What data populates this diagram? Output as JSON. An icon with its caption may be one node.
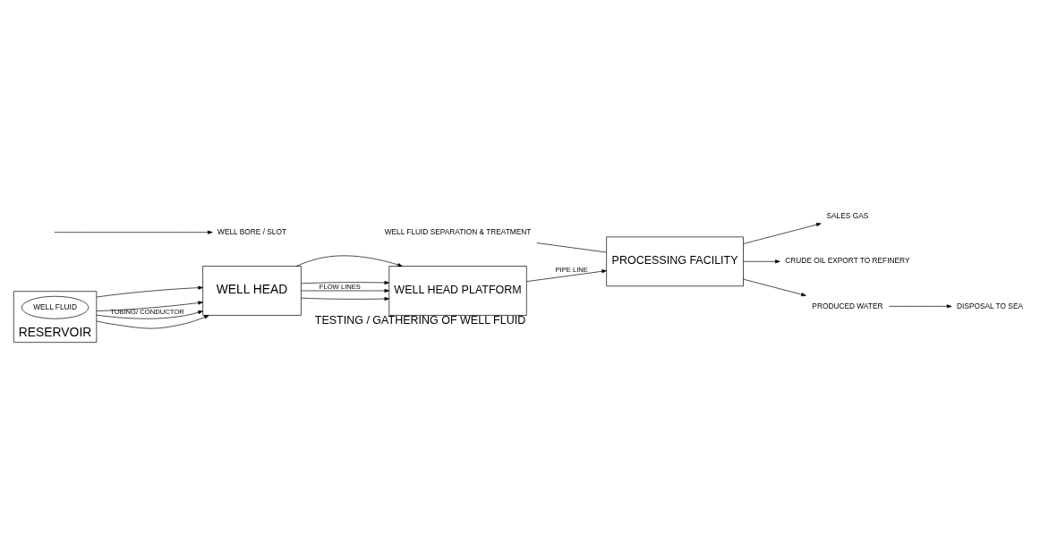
{
  "diagram": {
    "nodes": [
      {
        "text": [
          "WELL HEAD"
        ]
      },
      {
        "text": [
          "WELL HEAD PLATFORM"
        ],
        "beside": [
          "TESTING / GATHERING OF WELL FLUID"
        ]
      },
      {
        "text": [
          "PROCESSING FACILITY"
        ]
      },
      {
        "text": [
          "RESERVOIR"
        ]
      },
      {
        "text": [
          "WELL FLUID"
        ],
        "in": 3
      },
      {
        "text": [
          "SALES GAS"
        ]
      },
      {
        "text": [
          "CRUDE OIL EXPORT TO REFINERY"
        ]
      },
      {
        "text": [
          "PRODUCED WATER"
        ]
      },
      {
        "text": [
          "DISPOSAL TO SEA"
        ]
      },
      {
        "text": [
          "WELL BORE / SLOT"
        ]
      },
      {
        "text": [
          "WELL FLUID SEPARATION & TREATMENT"
        ]
      }
    ],
    "edges": [
      {
        "from": 3,
        "to": 0,
        "arrow": "to"
      },
      {
        "from": 3,
        "to": 0,
        "arrow": "to"
      },
      {
        "from": 3,
        "to": 0,
        "arrow": "to",
        "label": "TUBING/ CONDUCTOR"
      },
      {
        "from": 3,
        "to": 0,
        "arrow": "to"
      },
      {
        "from": 0,
        "to": 1,
        "arrow": "to"
      },
      {
        "from": 0,
        "to": 1,
        "arrow": "to",
        "label": "FLOW LINES"
      },
      {
        "from": 0,
        "to": 1,
        "arrow": "to"
      },
      {
        "from": 0,
        "to": 1,
        "arrow": "to"
      },
      {
        "from": 1,
        "to": 2,
        "arrow": "to",
        "label": "PIPE LINE"
      },
      {
        "from": 2,
        "to": 5,
        "arrow": "to"
      },
      {
        "from": 2,
        "to": 6,
        "arrow": "to"
      },
      {
        "from": 2,
        "to": 7,
        "arrow": "to"
      },
      {
        "from": 7,
        "to": 8,
        "arrow": "to"
      },
      {
        "from": null,
        "to": 9,
        "arrow": "to"
      },
      {
        "from": 10,
        "to": 2,
        "arrow": "none"
      }
    ]
  }
}
